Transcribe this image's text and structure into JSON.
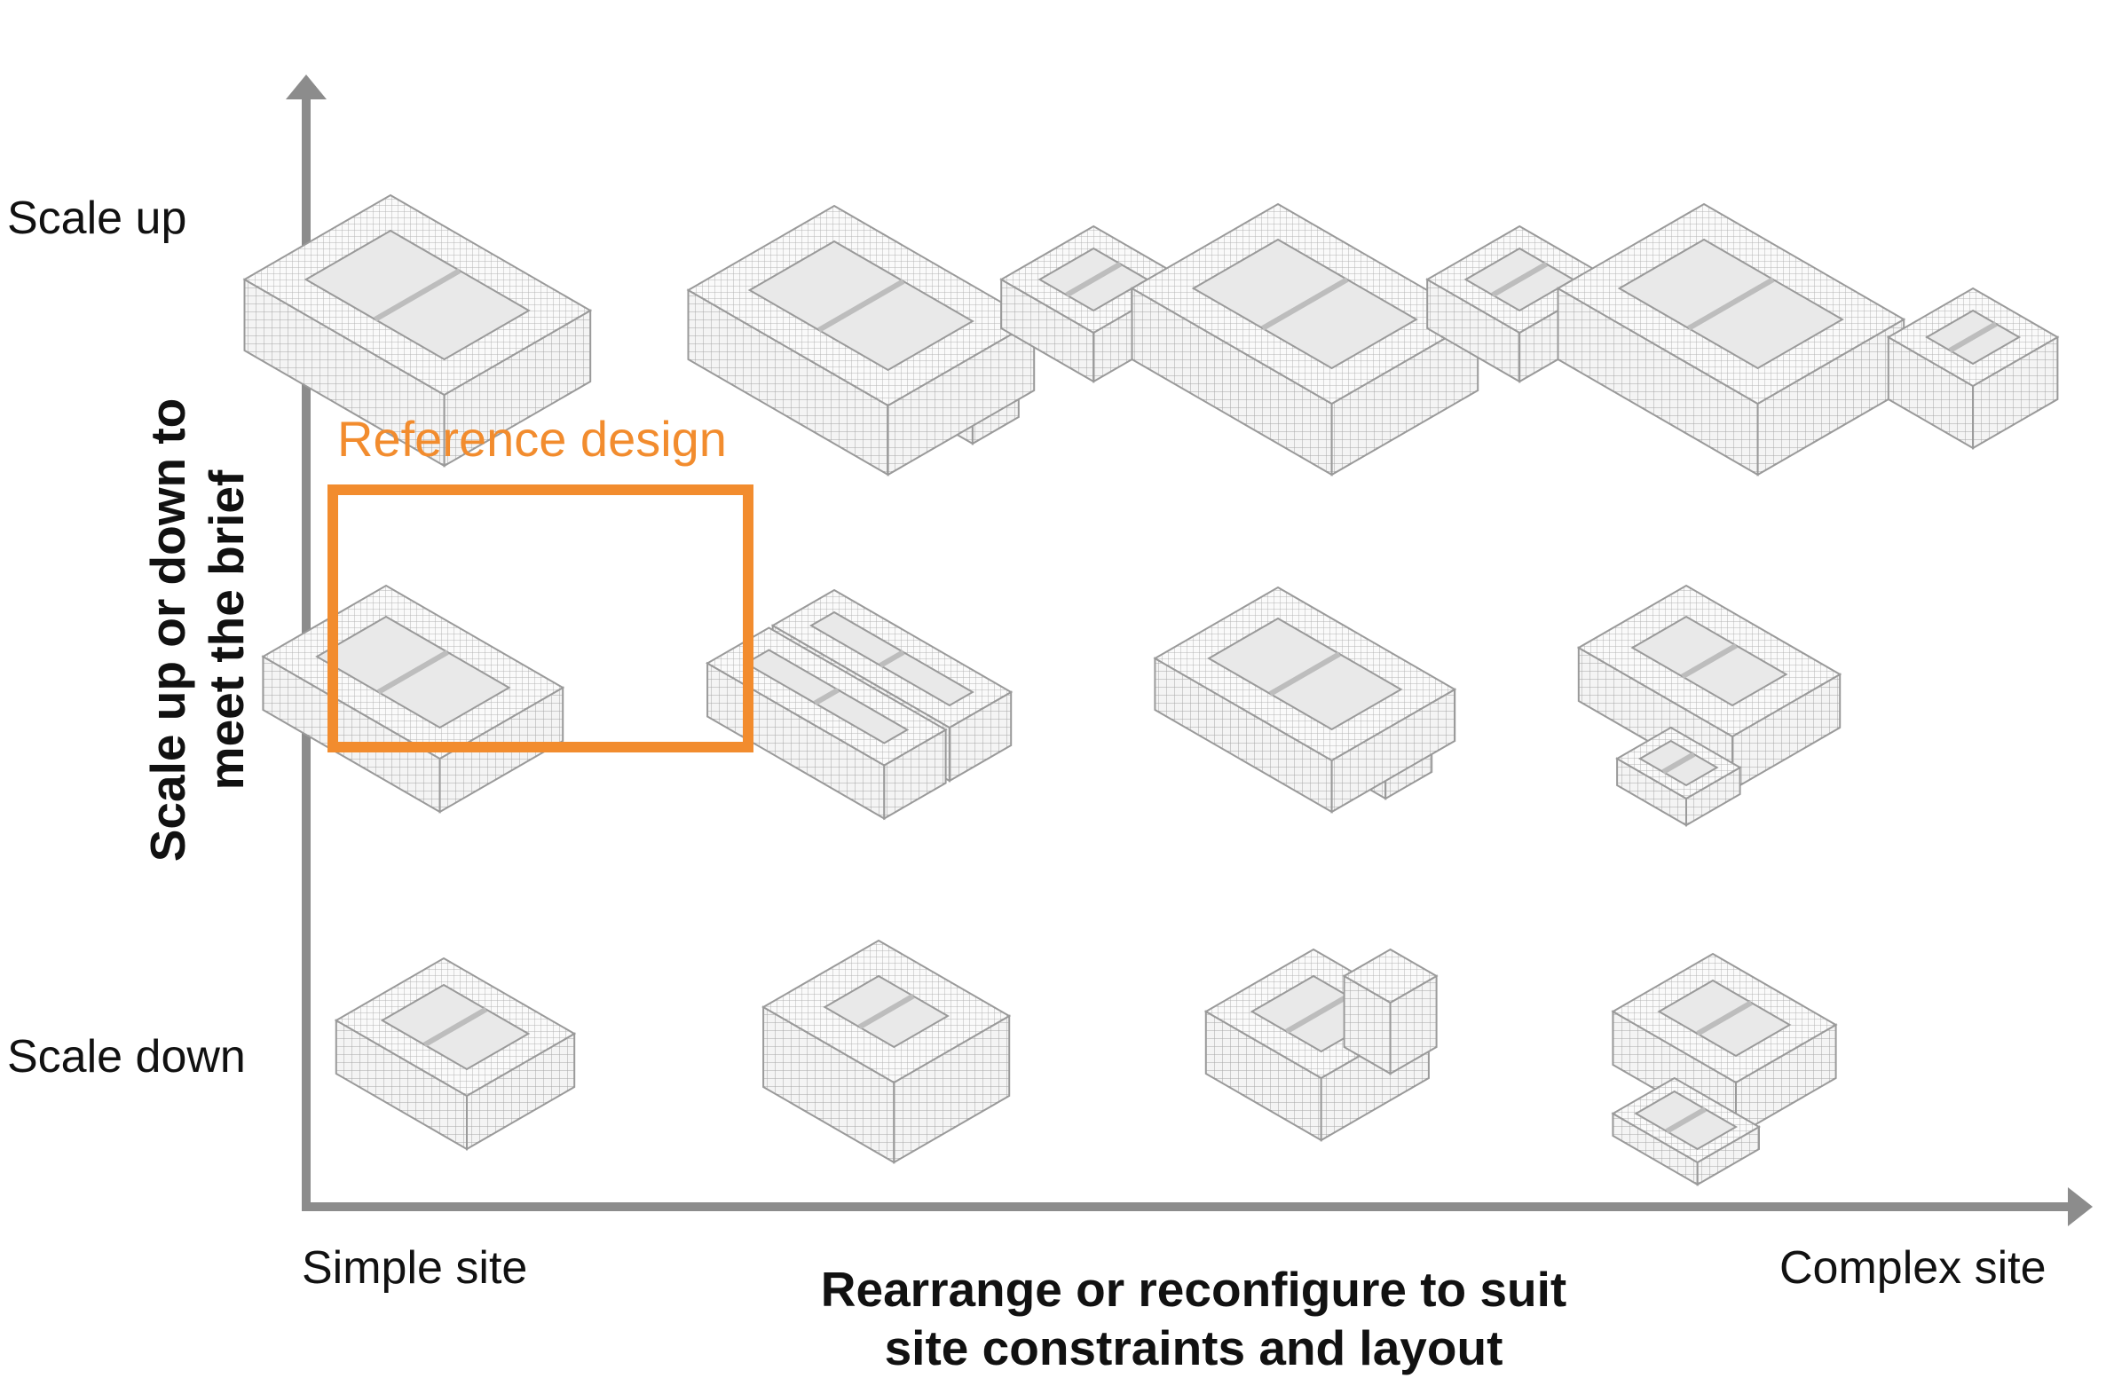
{
  "labels": {
    "row_top": "Scale up",
    "row_bottom": "Scale down",
    "x_start": "Simple site",
    "x_end": "Complex site",
    "x_title_line1": "Rearrange or reconfigure to suit",
    "x_title_line2": "site constraints and layout",
    "y_title_line1": "Scale up or down to",
    "y_title_line2": "meet the brief",
    "reference": "Reference design"
  },
  "colors": {
    "axis": "#8c8c8c",
    "highlight": "#f28c2e",
    "building_stroke": "#9a9a9a",
    "building_fill": "#f4f4f4"
  },
  "grid": {
    "rows": [
      "scale-up",
      "reference",
      "scale-down"
    ],
    "columns": 4,
    "highlighted": {
      "row": 1,
      "column": 0
    }
  }
}
